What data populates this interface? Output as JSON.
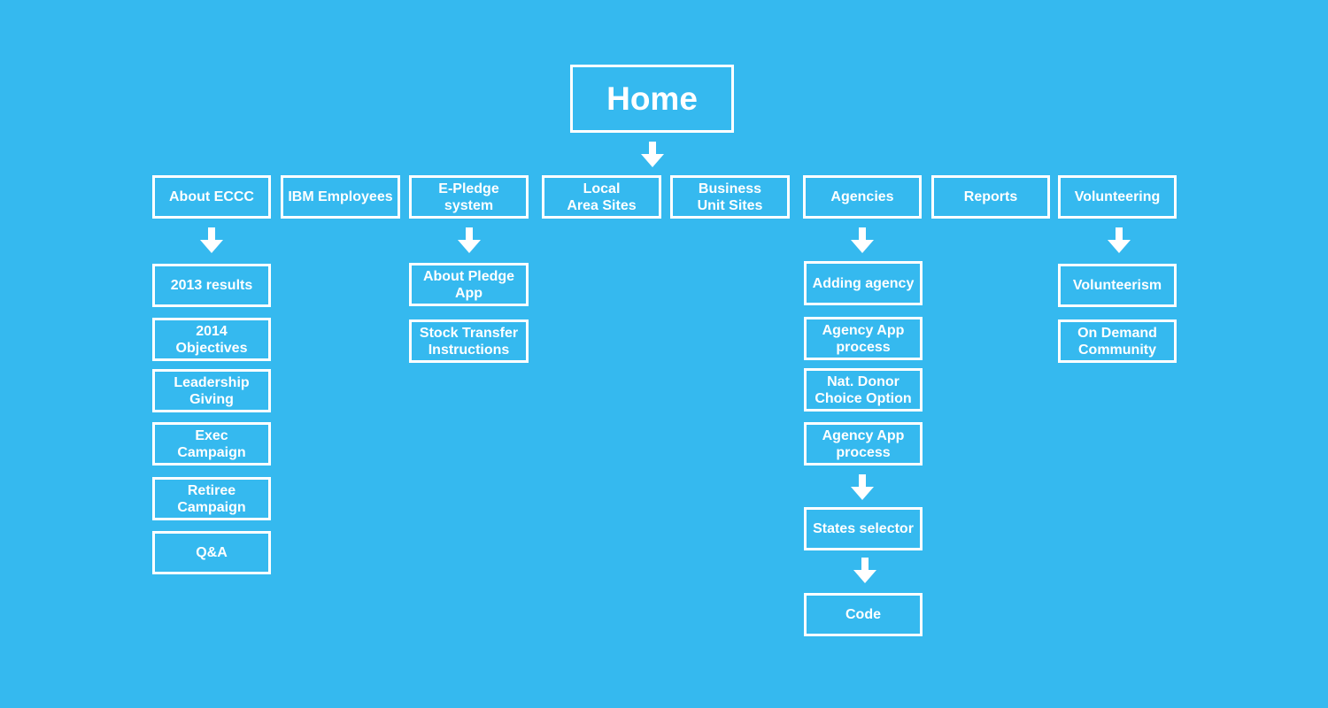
{
  "colors": {
    "background": "#35b9ef",
    "foreground": "#ffffff"
  },
  "home": "Home",
  "top": {
    "about_eccc": "About ECCC",
    "ibm_employees": "IBM Employees",
    "e_pledge": "E-Pledge\nsystem",
    "local_area": "Local\nArea Sites",
    "business_unit": "Business\nUnit Sites",
    "agencies": "Agencies",
    "reports": "Reports",
    "volunteering": "Volunteering"
  },
  "about_children": [
    "2013 results",
    "2014\nObjectives",
    "Leadership\nGiving",
    "Exec\nCampaign",
    "Retiree\nCampaign",
    "Q&A"
  ],
  "epledge_children": [
    "About Pledge\nApp",
    "Stock Transfer\nInstructions"
  ],
  "agencies_children": [
    "Adding agency",
    "Agency App\nprocess",
    "Nat. Donor\nChoice Option",
    "Agency App\nprocess"
  ],
  "agencies_chain": {
    "states_selector": "States selector",
    "code": "Code"
  },
  "volunteering_children": [
    "Volunteerism",
    "On Demand\nCommunity"
  ],
  "icons": {
    "arrow": "arrow-down-icon"
  }
}
